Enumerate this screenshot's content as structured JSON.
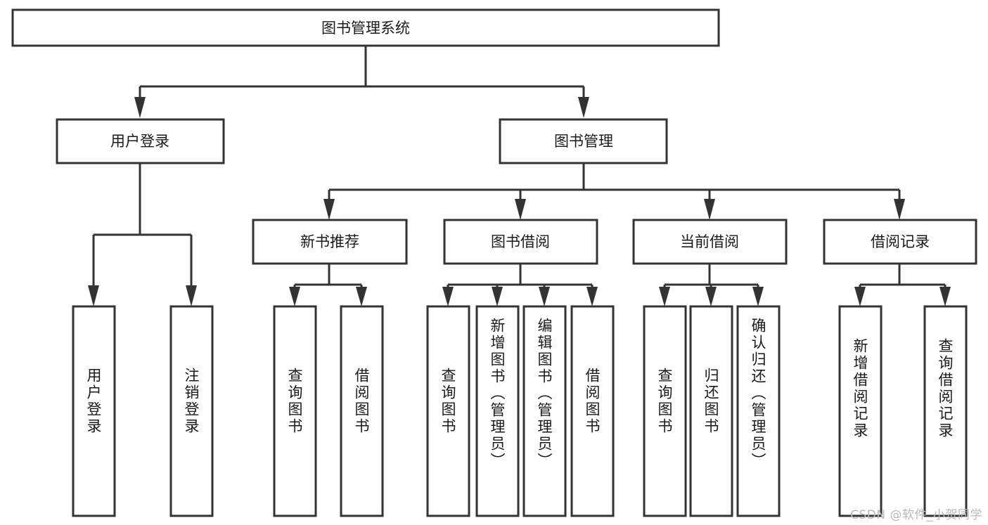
{
  "diagram": {
    "title_node": {
      "label": "图书管理系统"
    },
    "level2": [
      {
        "id": "user-login",
        "label": "用户登录"
      },
      {
        "id": "book-management",
        "label": "图书管理"
      }
    ],
    "level3": [
      {
        "id": "new-book-recommend",
        "label": "新书推荐"
      },
      {
        "id": "book-borrow",
        "label": "图书借阅"
      },
      {
        "id": "current-borrow",
        "label": "当前借阅"
      },
      {
        "id": "borrow-record",
        "label": "借阅记录"
      }
    ],
    "leaves": {
      "user_login": [
        {
          "id": "leaf-user-login",
          "label": "用户登录"
        },
        {
          "id": "leaf-logout-login",
          "label": "注销登录"
        }
      ],
      "new_book_recommend": [
        {
          "id": "leaf-query-book-1",
          "label": "查询图书"
        },
        {
          "id": "leaf-borrow-book-1",
          "label": "借阅图书"
        }
      ],
      "book_borrow": [
        {
          "id": "leaf-query-book-2",
          "label": "查询图书"
        },
        {
          "id": "leaf-add-book-admin",
          "label": "新增图书（管理员）"
        },
        {
          "id": "leaf-edit-book-admin",
          "label": "编辑图书（管理员）"
        },
        {
          "id": "leaf-borrow-book-2",
          "label": "借阅图书"
        }
      ],
      "current_borrow": [
        {
          "id": "leaf-query-book-3",
          "label": "查询图书"
        },
        {
          "id": "leaf-return-book",
          "label": "归还图书"
        },
        {
          "id": "leaf-confirm-return-admin",
          "label": "确认归还（管理员）"
        }
      ],
      "borrow_record": [
        {
          "id": "leaf-add-borrow-record",
          "label": "新增借阅记录"
        },
        {
          "id": "leaf-query-borrow-record",
          "label": "查询借阅记录"
        }
      ]
    },
    "watermark": "CSDN @软件_小贺同学",
    "colors": {
      "stroke": "#333333",
      "box_fill": "#ffffff",
      "text": "#1a1a1a",
      "watermark": "#b9b9b9",
      "background": "#ffffff"
    }
  }
}
